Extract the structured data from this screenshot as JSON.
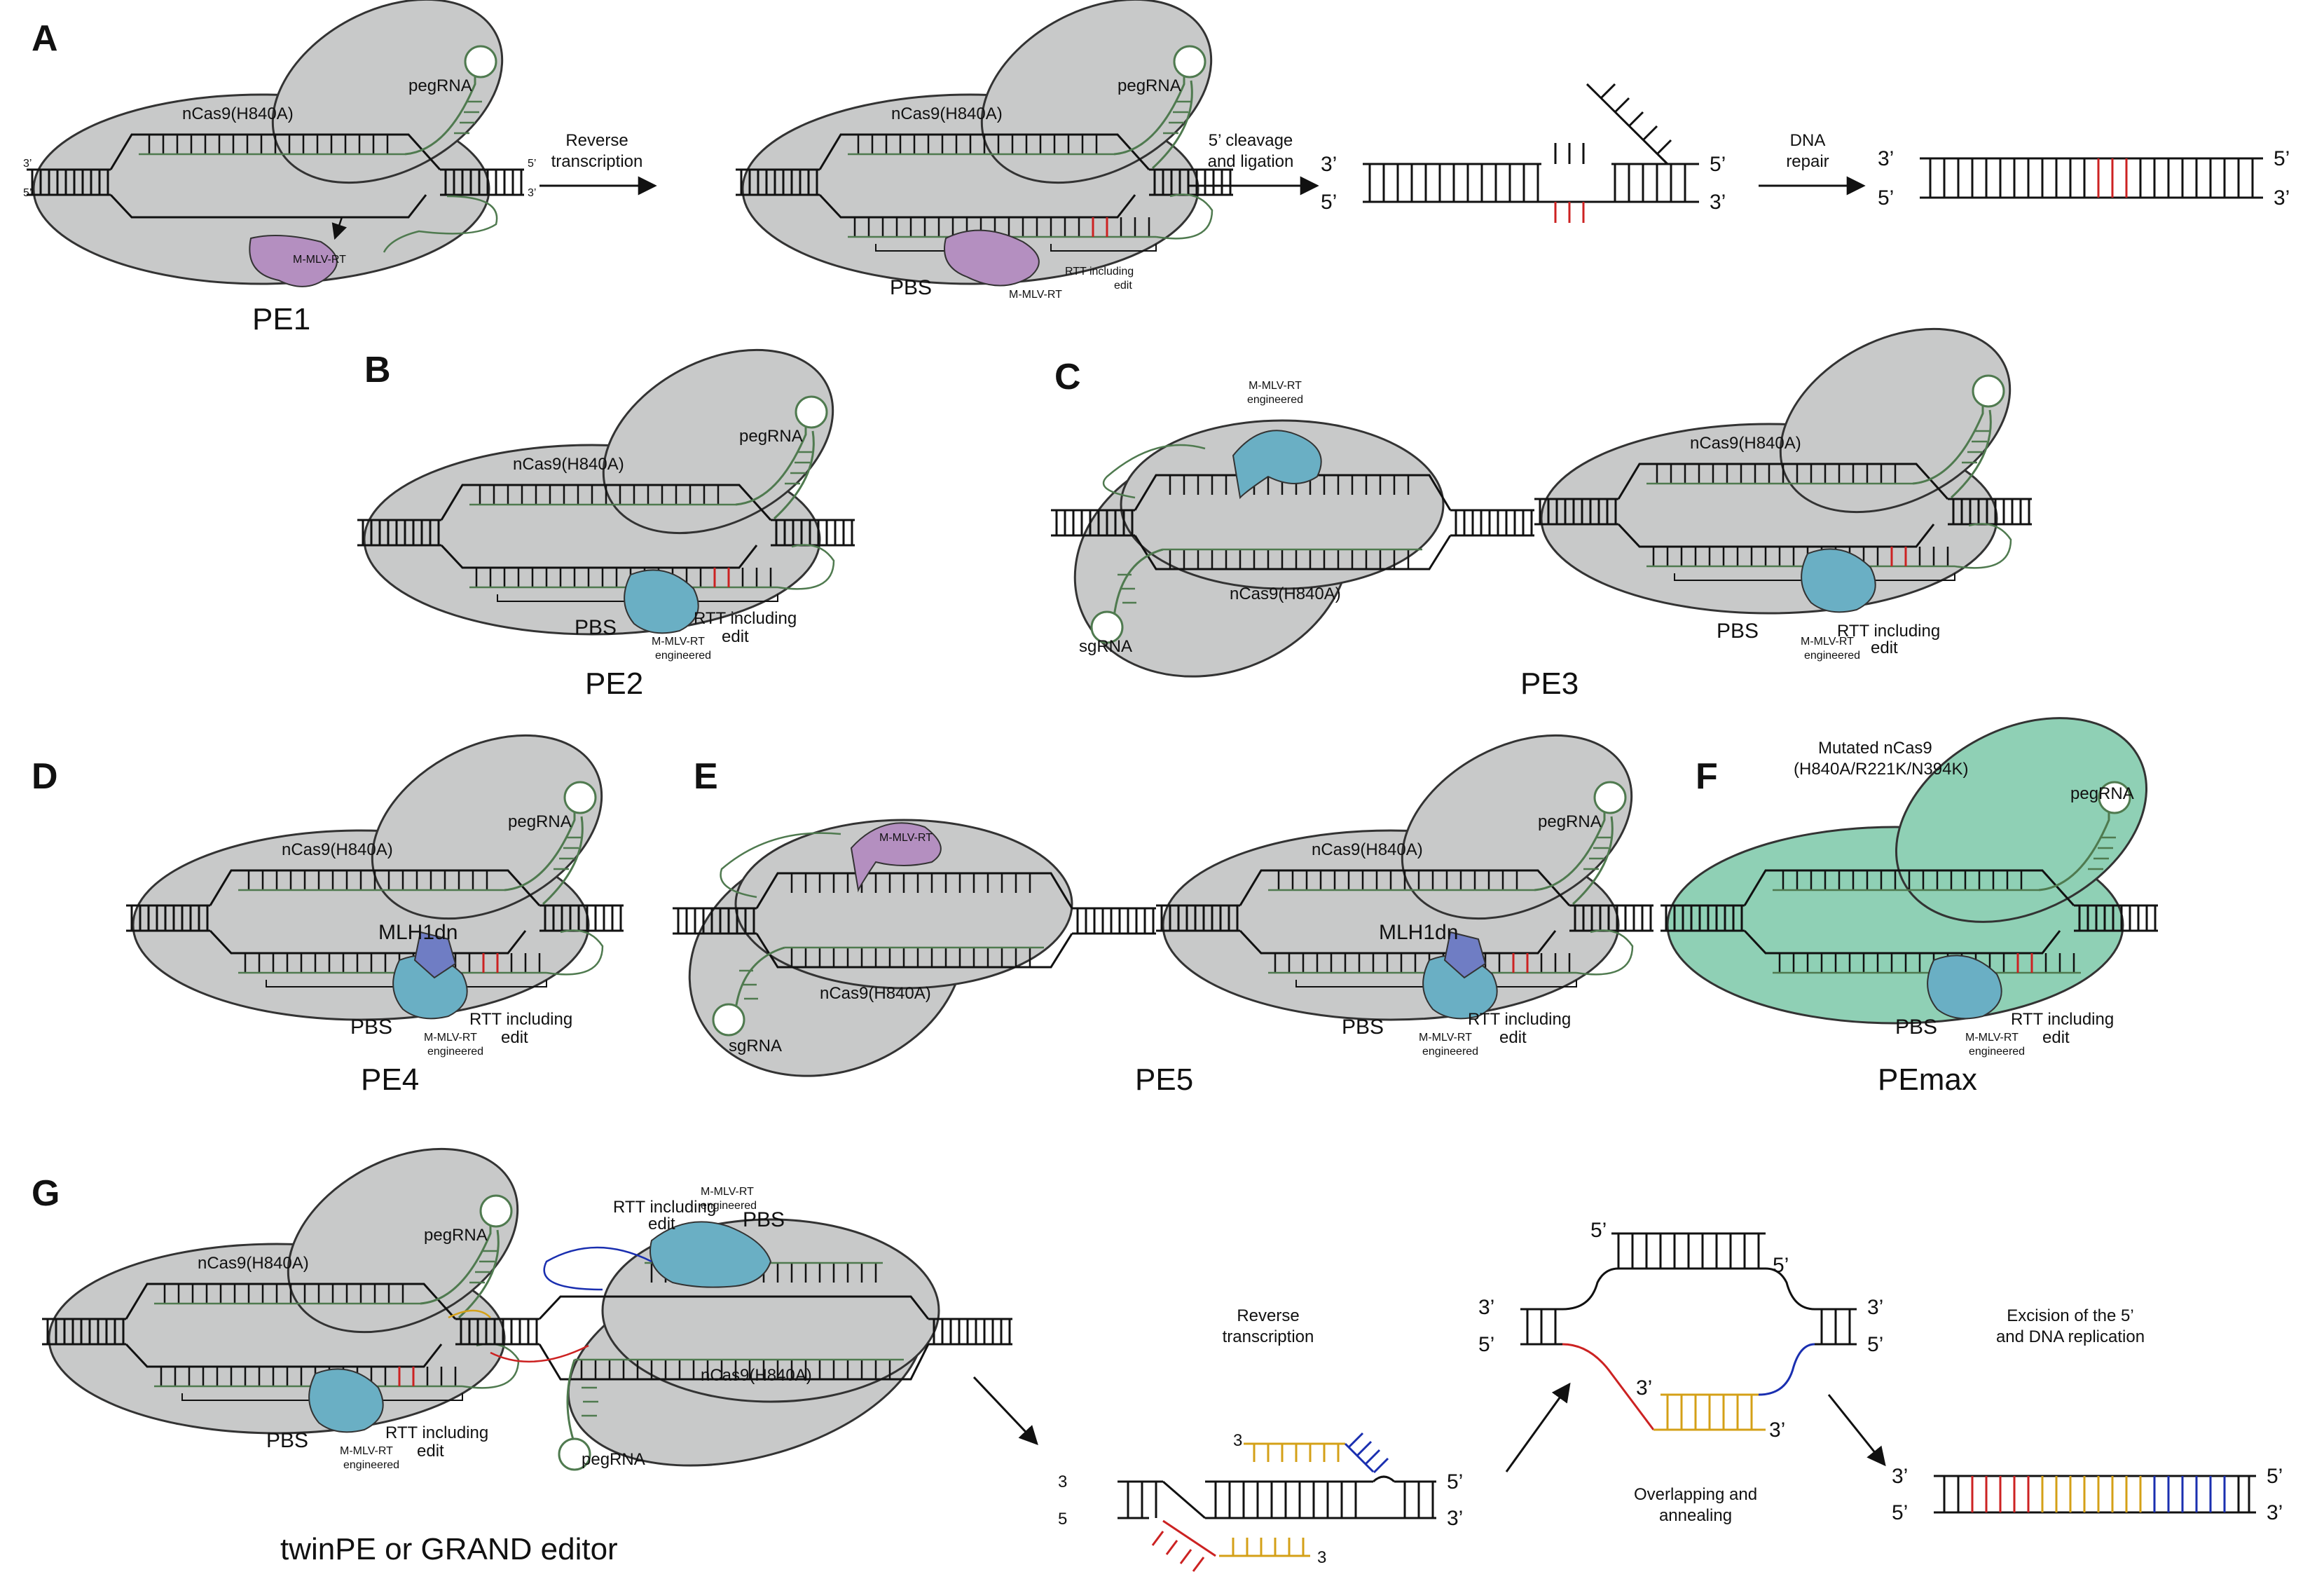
{
  "panels": [
    "A",
    "B",
    "C",
    "D",
    "E",
    "F",
    "G"
  ],
  "labels": {
    "ncas9": "nCas9(H840A)",
    "pegrna": "pegRNA",
    "sgrna": "sgRNA",
    "mmlvrt": "M-MLV-RT",
    "engineered": "engineered",
    "pbs": "PBS",
    "rtt1": "RTT including",
    "rtt2": "edit",
    "mlh1dn": "MLH1dn",
    "mutated1": "Mutated nCas9",
    "mutated2": "(H840A/R221K/N394K)",
    "three": "3’",
    "five": "5’",
    "three_plain": "3",
    "five_plain": "5"
  },
  "editors": {
    "pe1": "PE1",
    "pe2": "PE2",
    "pe3": "PE3",
    "pe4": "PE4",
    "pe5": "PE5",
    "pemax": "PEmax",
    "twin": "twinPE or GRAND editor"
  },
  "steps": {
    "rt1": "Reverse",
    "rt2": "transcription",
    "cl1": "5’ cleavage",
    "cl2": "and ligation",
    "dr1": "DNA",
    "dr2": "repair",
    "ov1": "Overlapping and",
    "ov2": "annealing",
    "ex1": "Excision of the 5’",
    "ex2": "and DNA replication"
  },
  "colors": {
    "gray_protein": "#c8c9c9",
    "purple_rt": "#b48fc0",
    "teal_rt": "#6aafc4",
    "mlh1dn": "#6f7dc4",
    "mutated_cas9": "#8fd0b5",
    "rna_green": "#4f7a4f",
    "edit_red": "#cc2222",
    "gold": "#d4a017",
    "blue": "#1a2fb0"
  }
}
